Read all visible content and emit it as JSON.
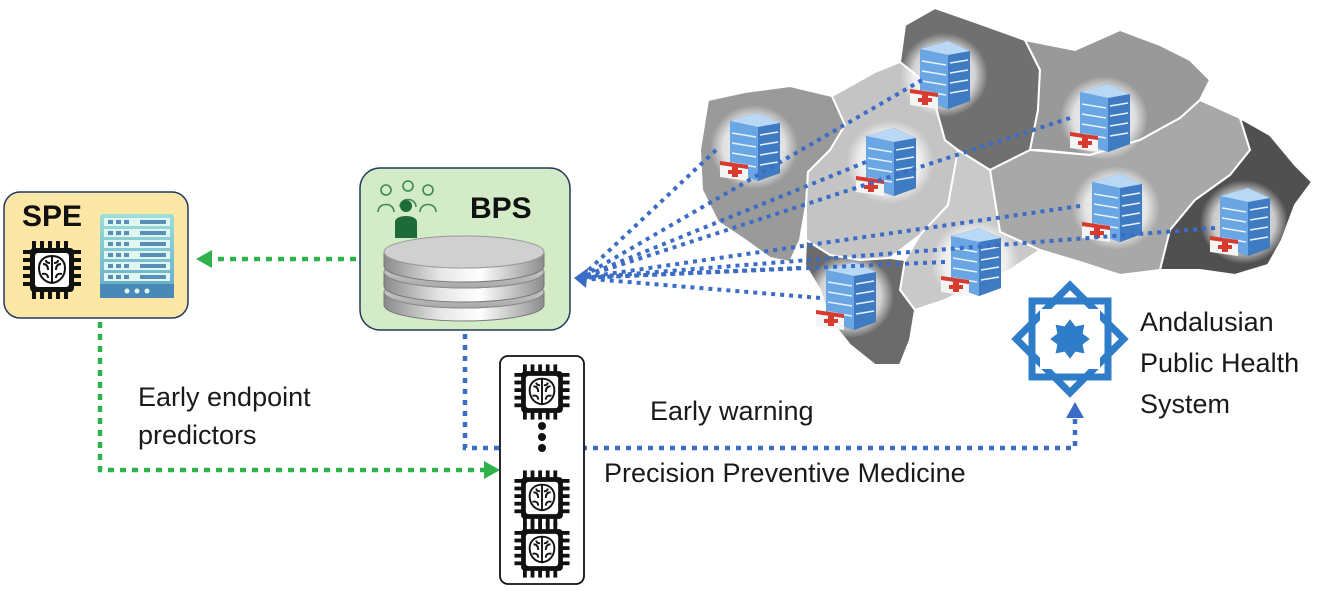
{
  "nodes": {
    "spe": {
      "title": "SPE"
    },
    "bps": {
      "title": "BPS"
    },
    "health_system": {
      "lines": [
        "Andalusian",
        "Public Health",
        "System"
      ]
    }
  },
  "edges": {
    "early_endpoint": {
      "lines": [
        "Early endpoint",
        "predictors"
      ]
    },
    "early_warning": "Early warning",
    "precision": "Precision Preventive Medicine"
  },
  "colors": {
    "green_arrow": "#2fb24a",
    "blue_arrow": "#3b6cc6",
    "spe_fill": "#fde7a7",
    "bps_fill": "#d3ebc6",
    "map_dark": "#6b6b6b",
    "map_mid": "#9a9a9a",
    "map_light": "#c4c4c4",
    "logo_blue": "#2f7cc8"
  },
  "icons": {
    "spe": [
      "processor-brain-icon",
      "server-rack-icon"
    ],
    "bps": [
      "people-group-icon",
      "database-icon"
    ],
    "models": [
      "processor-brain-icon",
      "processor-brain-icon",
      "processor-brain-icon"
    ],
    "map": [
      "hospital-icon"
    ],
    "logo": "andalusian-star-logo-icon"
  }
}
